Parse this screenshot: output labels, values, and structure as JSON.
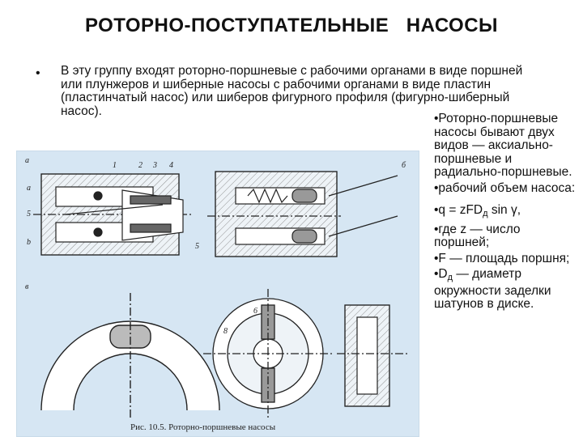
{
  "slide": {
    "title": "РОТОРНО-ПОСТУПАТЕЛЬНЫЕ   НАСОСЫ",
    "bullet": "•",
    "intro": "В эту группу входят роторно-поршневые с рабочими органами в виде поршней или плунжеров и шиберные насосы с рабочими органами в виде пластин (пластинчатый насос) или шиберов фигурного профиля (фигурно-шиберный насос)."
  },
  "right_column": {
    "p1": "•Роторно-поршневые насосы бывают двух видов — аксиально-поршневые и радиально-поршневые.",
    "p2": "•рабочий объем насоса:",
    "formula_prefix": "•q = zFD",
    "formula_sub": "д",
    "formula_suffix": " sin γ,",
    "p4": "•где z — число поршней;",
    "p5": "•F — площадь поршня;",
    "p6_prefix": "•D",
    "p6_sub": "д",
    "p6_suffix": " — диаметр окружности заделки шатунов в диске."
  },
  "figure": {
    "caption": "Рис. 10.5. Роторно-поршневые насосы",
    "labels": {
      "a": "а",
      "b": "б",
      "v": "в",
      "la": "а",
      "lb": "b",
      "n1": "1",
      "n2": "2",
      "n3": "3",
      "n4": "4",
      "n5": "5",
      "n6": "6",
      "n8": "8",
      "n5b": "5"
    }
  },
  "colors": {
    "figure_bg": "#d6e6f3",
    "text": "#111111",
    "drawing": "#222222"
  }
}
